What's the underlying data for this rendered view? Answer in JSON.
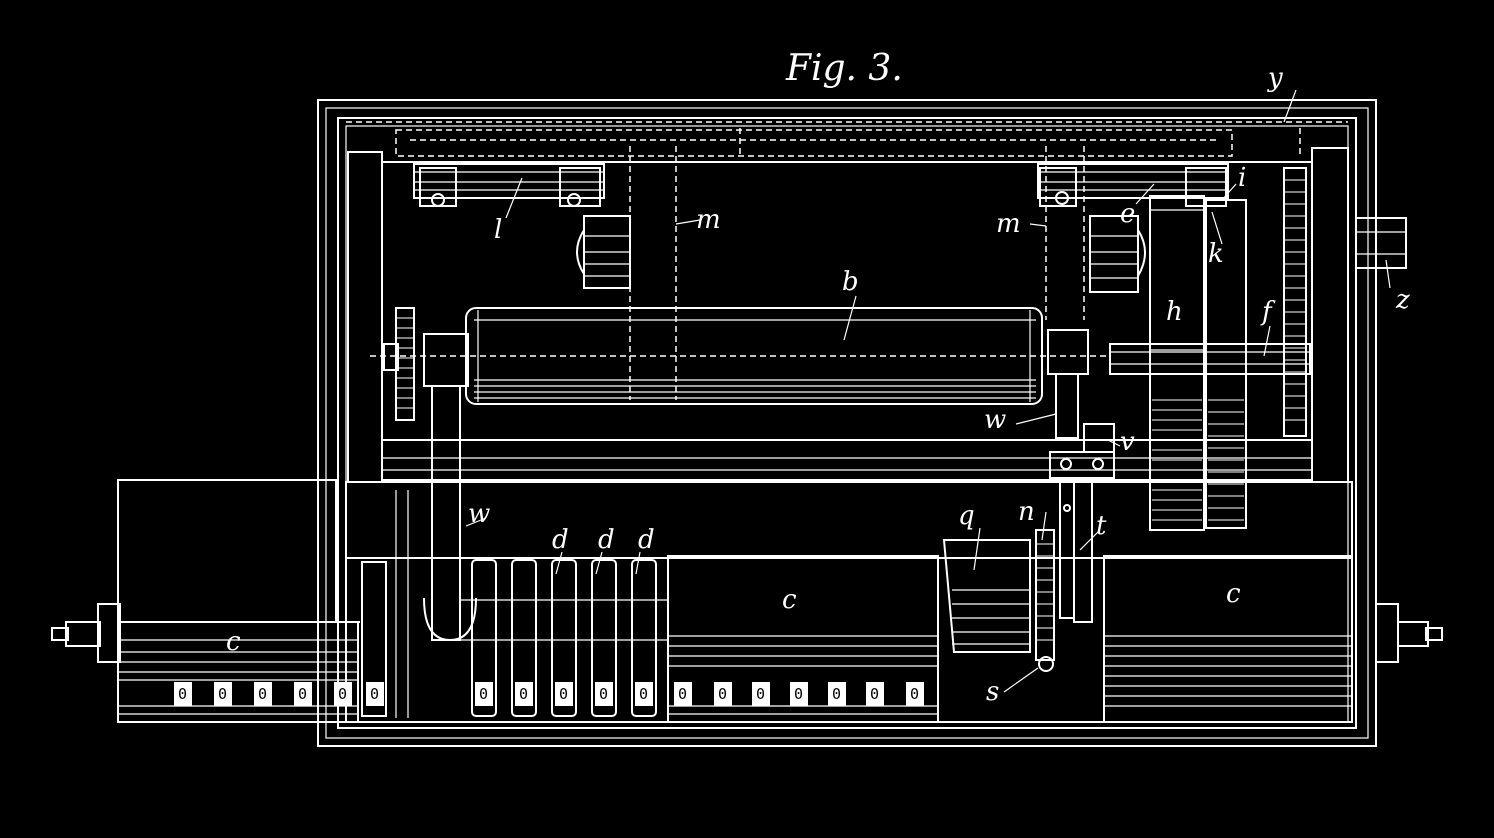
{
  "figure": {
    "title": "Fig. 3.",
    "background": "#000000",
    "ink": "#ffffff"
  },
  "labels": {
    "y": "y",
    "l": "l",
    "m_left": "m",
    "m_right": "m",
    "e": "e",
    "i": "i",
    "k": "k",
    "z": "z",
    "b": "b",
    "h": "h",
    "f": "f",
    "w_mid": "w",
    "w_left": "w",
    "v": "v",
    "d1": "d",
    "d2": "d",
    "d3": "d",
    "q": "q",
    "n": "n",
    "t": "t",
    "c_left": "c",
    "c_mid": "c",
    "c_right": "c",
    "s": "s"
  },
  "counter_digits": {
    "left": [
      "0",
      "0",
      "0",
      "0",
      "0",
      "0"
    ],
    "wheels": [
      "0",
      "0",
      "0",
      "0",
      "0"
    ],
    "mid": [
      "0",
      "0",
      "0",
      "0",
      "0",
      "0",
      "0"
    ]
  }
}
